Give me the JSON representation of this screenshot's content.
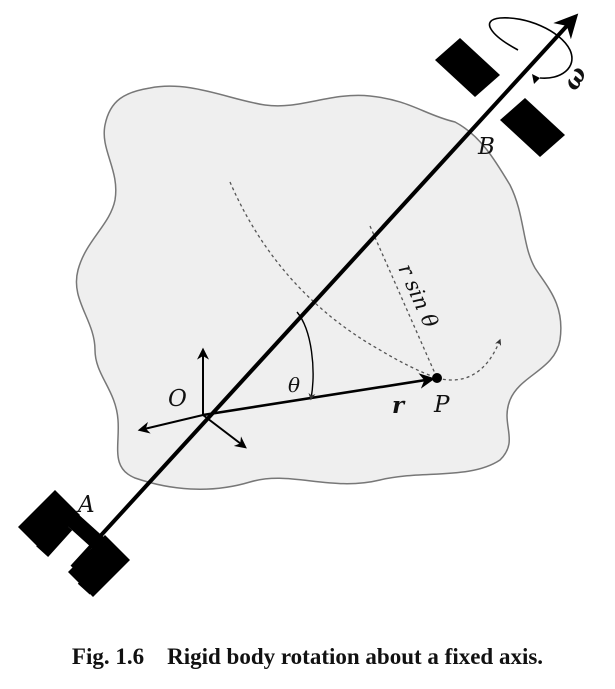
{
  "labels": {
    "A": "A",
    "B": "B",
    "O": "O",
    "P": "P",
    "theta": "θ",
    "r_vec": "r",
    "r_sin_theta": "r sin θ",
    "omega": "ω"
  },
  "caption": "Fig. 1.6    Rigid body rotation about a fixed axis.",
  "colors": {
    "body_fill": "#efefef",
    "body_stroke": "#777777",
    "ink": "#000000",
    "dotted": "#555555"
  }
}
